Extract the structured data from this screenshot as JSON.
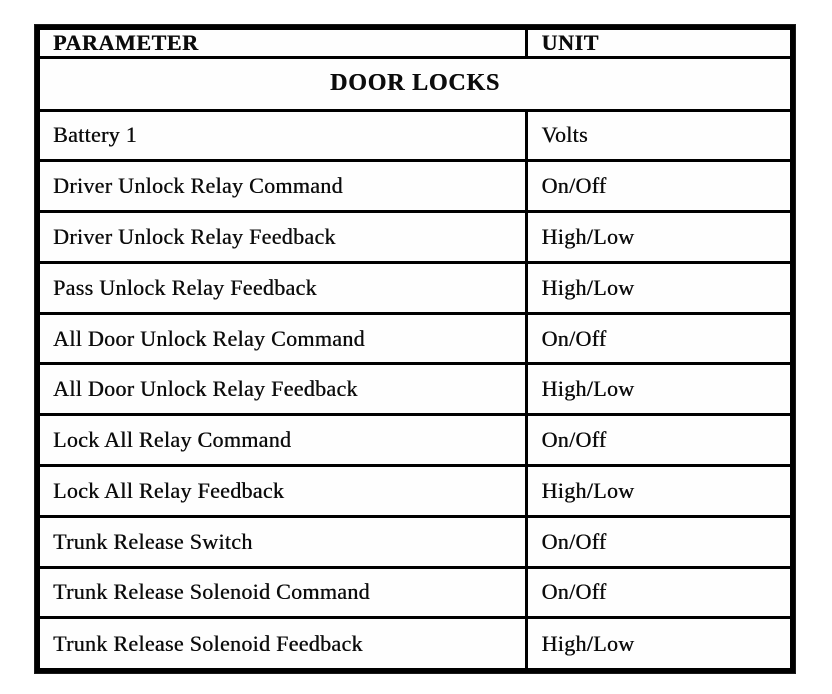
{
  "page": {
    "background": "#ffffff",
    "border_color": "#000000",
    "text_color": "#0c0c0c"
  },
  "table": {
    "columns": [
      {
        "label": "PARAMETER"
      },
      {
        "label": "UNIT"
      }
    ],
    "section_title": "DOOR LOCKS",
    "rows": [
      {
        "parameter": "Battery 1",
        "unit": "Volts"
      },
      {
        "parameter": "Driver Unlock Relay Command",
        "unit": "On/Off"
      },
      {
        "parameter": "Driver Unlock Relay Feedback",
        "unit": "High/Low"
      },
      {
        "parameter": "Pass Unlock Relay Feedback",
        "unit": "High/Low"
      },
      {
        "parameter": "All Door Unlock Relay Command",
        "unit": "On/Off"
      },
      {
        "parameter": "All Door Unlock Relay Feedback",
        "unit": "High/Low"
      },
      {
        "parameter": "Lock All Relay Command",
        "unit": "On/Off"
      },
      {
        "parameter": "Lock All Relay Feedback",
        "unit": "High/Low"
      },
      {
        "parameter": "Trunk Release Switch",
        "unit": "On/Off"
      },
      {
        "parameter": "Trunk Release Solenoid Command",
        "unit": "On/Off"
      },
      {
        "parameter": "Trunk Release Solenoid Feedback",
        "unit": "High/Low"
      }
    ]
  }
}
